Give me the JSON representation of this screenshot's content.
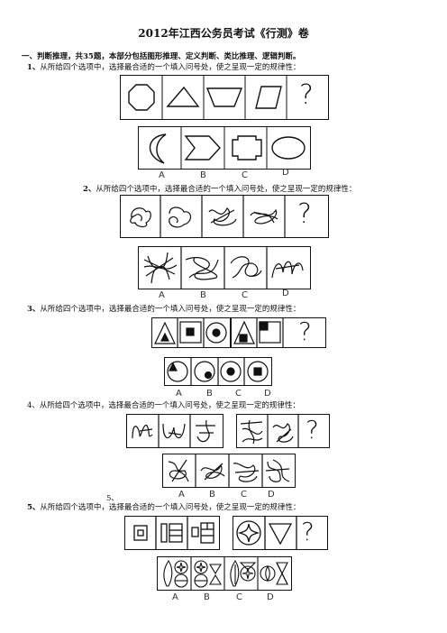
{
  "title": "2012年江西公务员考试《行测》卷",
  "section": "一、判断推理，共35题，本部分包括图形推理、定义判断、类比推理、逻辑判断。",
  "question_text": "从所给四个选项中，选择最合适的一个填入问号处，使之呈现一定的规律性：",
  "questions": [
    {
      "number": "1、"
    },
    {
      "number": "2、"
    },
    {
      "number": "3、"
    },
    {
      "number": "4、"
    },
    {
      "number": "5、"
    }
  ],
  "stray_label": "5、",
  "question_mark": "?",
  "options": [
    "A",
    "B",
    "C",
    "D"
  ]
}
